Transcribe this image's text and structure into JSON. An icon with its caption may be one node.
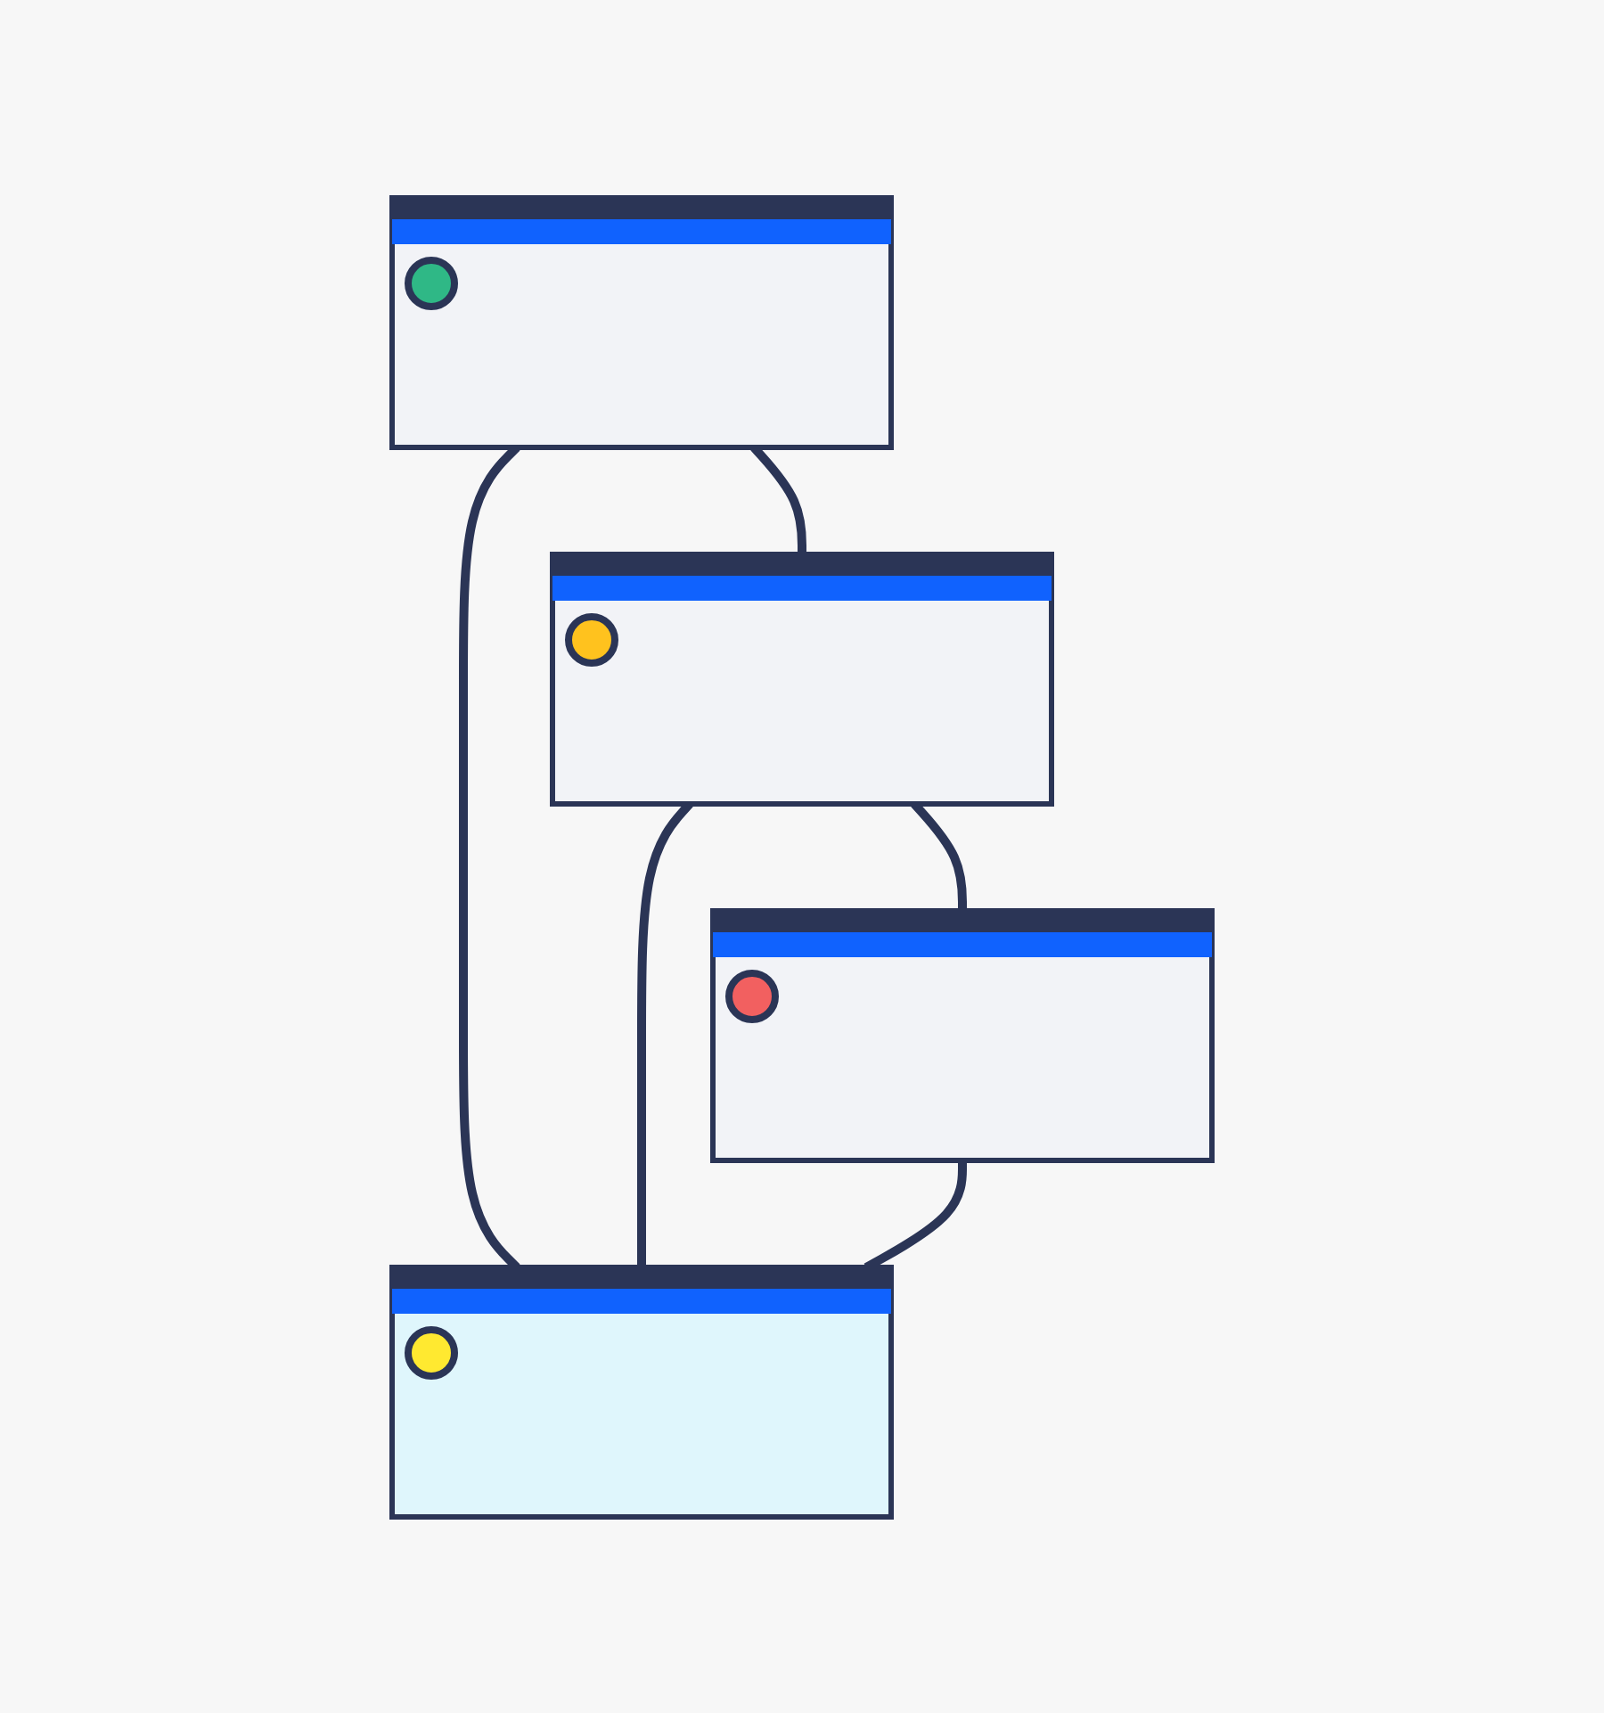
{
  "diagram": {
    "nodes": [
      {
        "text": [],
        "shape": "window"
      },
      {
        "text": [],
        "shape": "window"
      },
      {
        "text": [],
        "shape": "window"
      },
      {
        "text": [],
        "shape": "window"
      }
    ],
    "edges": [
      {
        "from": 0,
        "to": 1,
        "arrow": "none"
      },
      {
        "from": 1,
        "to": 2,
        "arrow": "none"
      },
      {
        "from": 0,
        "to": 3,
        "arrow": "none"
      },
      {
        "from": 1,
        "to": 3,
        "arrow": "none"
      },
      {
        "from": 2,
        "to": 3,
        "arrow": "none"
      }
    ]
  }
}
